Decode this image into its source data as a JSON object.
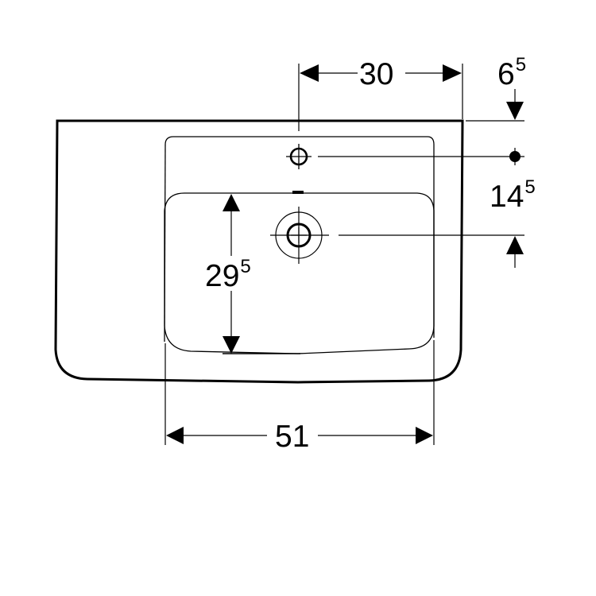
{
  "drawing": {
    "subject": "washbasin-top-view-technical-drawing",
    "colors": {
      "line": "#000000",
      "background": "#ffffff"
    },
    "dimensions": {
      "tap_hole_to_right_edge": {
        "value": "30",
        "superscript": ""
      },
      "top_edge_to_tap_hole": {
        "value": "6",
        "superscript": "5"
      },
      "tap_hole_to_drain": {
        "value": "14",
        "superscript": "5"
      },
      "bowl_depth": {
        "value": "29",
        "superscript": "5"
      },
      "bowl_width": {
        "value": "51",
        "superscript": ""
      }
    },
    "features": [
      {
        "name": "tap-hole",
        "symbol": "circle-crosshair"
      },
      {
        "name": "overflow",
        "symbol": "short-bar"
      },
      {
        "name": "drain",
        "symbol": "double-circle-crosshair"
      }
    ]
  }
}
